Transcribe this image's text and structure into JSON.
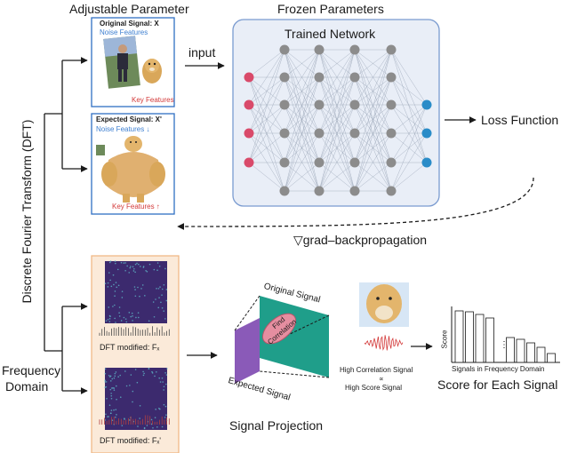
{
  "headings": {
    "adjustable": "Adjustable Parameter",
    "frozen": "Frozen Parameters"
  },
  "original_card": {
    "title": "Original Signal: X",
    "noise": "Noise Features",
    "key": "Key Features"
  },
  "expected_card": {
    "title": "Expected Signal: X'",
    "noise": "Noise Features ↓",
    "key": "Key Features ↑"
  },
  "network": {
    "title": "Trained Network",
    "input_label": "input",
    "output_label": "Loss Function"
  },
  "backprop_label": "▽grad–backpropagation",
  "dft_label": "Discrete Fourier Transform (DFT)",
  "frequency_domain": [
    "Frequency",
    "Domain"
  ],
  "dft_panel": {
    "top_caption": "DFT modified: Fₓ",
    "bottom_caption": "DFT modified: Fₓ'"
  },
  "projection": {
    "original": "Original Signal",
    "expected": "Expected Signal",
    "find": [
      "Find",
      "Correlation"
    ],
    "caption": "Signal Projection"
  },
  "correlation_note": [
    "High Correlation Signal",
    "∝",
    "High Score Signal"
  ],
  "score_chart": {
    "ylabel": "Score",
    "xlabel": "Signals in Frequency Domain",
    "ellipsis": "⋮",
    "caption": "Score for Each Signal"
  },
  "colors": {
    "panel_blue": "#2f6fc4",
    "network_fill": "#e9eef7",
    "network_border": "#7a9bd0",
    "input_node": "#d94a6a",
    "hidden_node": "#8c8c8c",
    "output_node": "#2a8cc8",
    "dft_border": "#f0b987",
    "dft_fill": "#fbead9",
    "spectrum": "#3c2a6e",
    "plane_green": "#1f9e8a",
    "plane_purple": "#8a5ab8",
    "ellipse_pink": "#e58ea0"
  }
}
